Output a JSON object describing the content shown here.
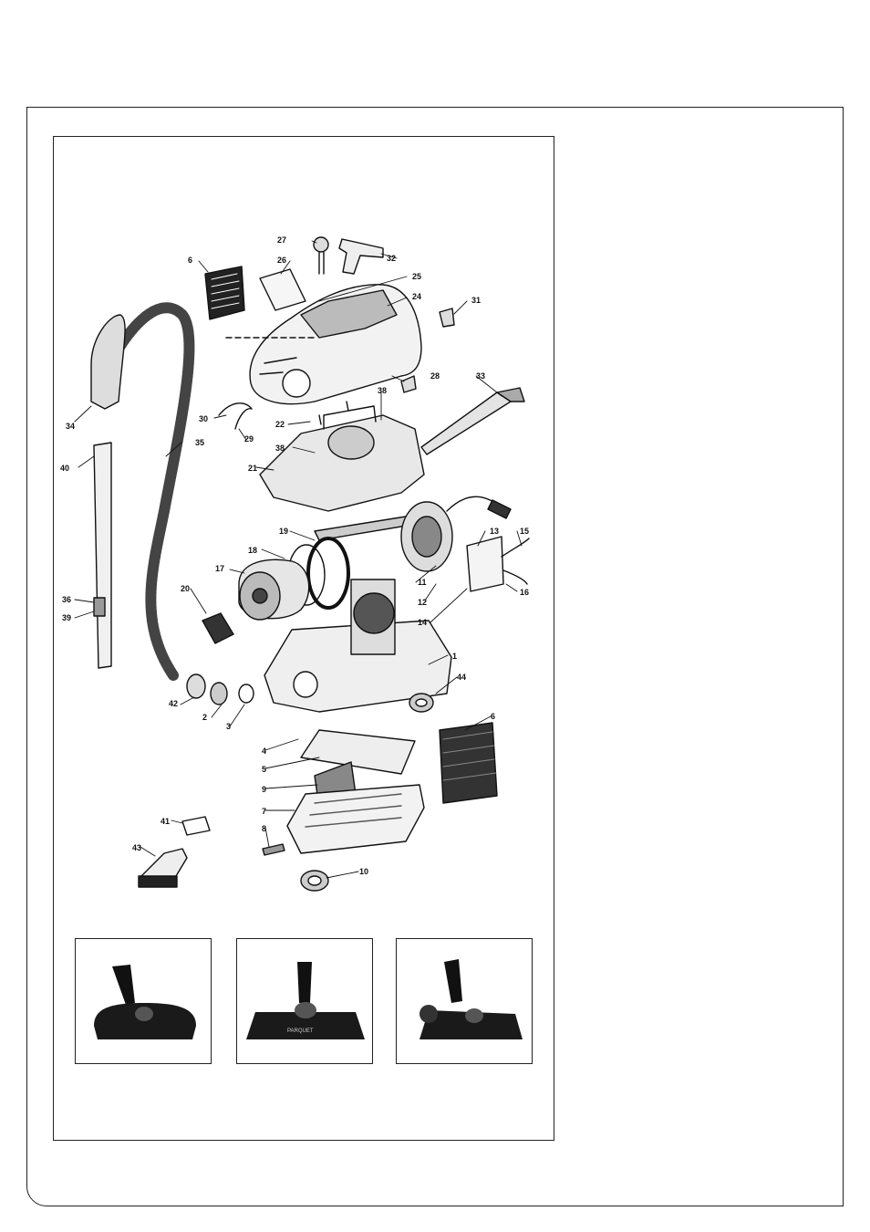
{
  "exploded_view": {
    "callouts": [
      {
        "id": "c27",
        "text": "27"
      },
      {
        "id": "c32",
        "text": "32"
      },
      {
        "id": "c6a",
        "text": "6"
      },
      {
        "id": "c26",
        "text": "26"
      },
      {
        "id": "c25",
        "text": "25"
      },
      {
        "id": "c24",
        "text": "24"
      },
      {
        "id": "c31",
        "text": "31"
      },
      {
        "id": "c34",
        "text": "34"
      },
      {
        "id": "c28",
        "text": "28"
      },
      {
        "id": "c33",
        "text": "33"
      },
      {
        "id": "c38a",
        "text": "38"
      },
      {
        "id": "c30",
        "text": "30"
      },
      {
        "id": "c22",
        "text": "22"
      },
      {
        "id": "c29",
        "text": "29"
      },
      {
        "id": "c35",
        "text": "35"
      },
      {
        "id": "c38b",
        "text": "38"
      },
      {
        "id": "c40",
        "text": "40"
      },
      {
        "id": "c21",
        "text": "21"
      },
      {
        "id": "c19",
        "text": "19"
      },
      {
        "id": "c13",
        "text": "13"
      },
      {
        "id": "c15",
        "text": "15"
      },
      {
        "id": "c18",
        "text": "18"
      },
      {
        "id": "c17",
        "text": "17"
      },
      {
        "id": "c11",
        "text": "11"
      },
      {
        "id": "c16",
        "text": "16"
      },
      {
        "id": "c20",
        "text": "20"
      },
      {
        "id": "c12",
        "text": "12"
      },
      {
        "id": "c36",
        "text": "36"
      },
      {
        "id": "c39",
        "text": "39"
      },
      {
        "id": "c14",
        "text": "14"
      },
      {
        "id": "c1",
        "text": "1"
      },
      {
        "id": "c44",
        "text": "44"
      },
      {
        "id": "c42",
        "text": "42"
      },
      {
        "id": "c2",
        "text": "2"
      },
      {
        "id": "c6b",
        "text": "6"
      },
      {
        "id": "c3",
        "text": "3"
      },
      {
        "id": "c4",
        "text": "4"
      },
      {
        "id": "c5",
        "text": "5"
      },
      {
        "id": "c9",
        "text": "9"
      },
      {
        "id": "c7",
        "text": "7"
      },
      {
        "id": "c41",
        "text": "41"
      },
      {
        "id": "c8",
        "text": "8"
      },
      {
        "id": "c43",
        "text": "43"
      },
      {
        "id": "c10",
        "text": "10"
      }
    ]
  },
  "photos": [
    {
      "name": "turbo-brush-photo"
    },
    {
      "name": "parquet-floor-nozzle-photo",
      "label": "PARQUET"
    },
    {
      "name": "combination-floor-nozzle-photo"
    }
  ]
}
